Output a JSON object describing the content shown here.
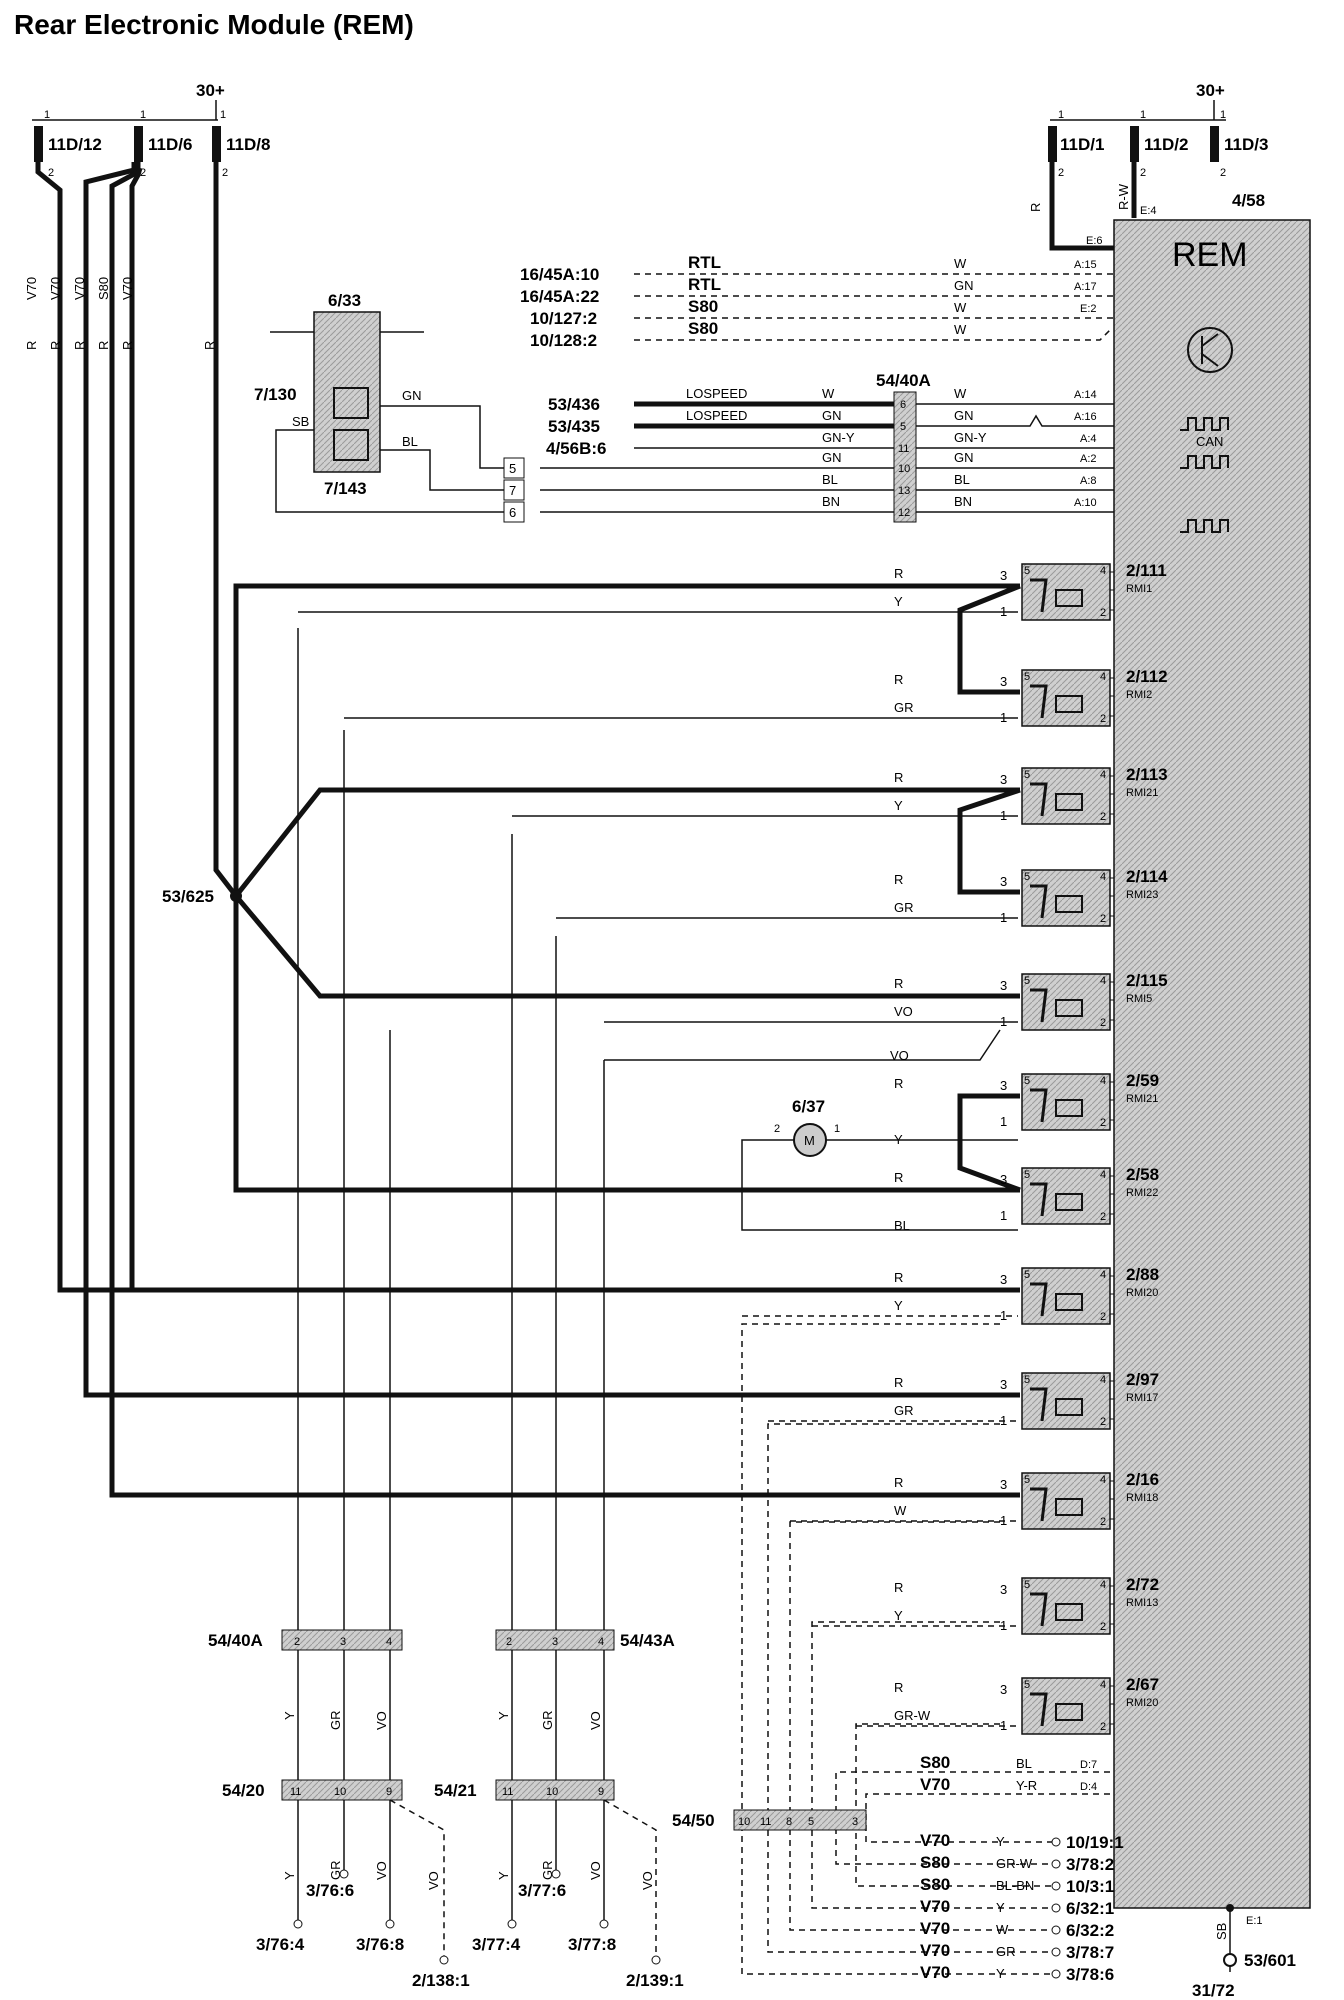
{
  "title": "Rear Electronic Module (REM)",
  "fuse_left": {
    "supply": "30+",
    "fuses": [
      {
        "id": "11D/12",
        "pin_top": "1",
        "pin_bottom": "2"
      },
      {
        "id": "11D/6",
        "pin_top": "1",
        "pin_bottom": "2"
      },
      {
        "id": "11D/8",
        "pin_top": "1",
        "pin_bottom": "2"
      }
    ],
    "vertical_wires": [
      {
        "model": "V70",
        "color": "R"
      },
      {
        "model": "V70",
        "color": "R"
      },
      {
        "model": "V70",
        "color": "R"
      },
      {
        "model": "S80",
        "color": "R"
      },
      {
        "model": "V70",
        "color": "R"
      },
      {
        "model": "",
        "color": "R"
      }
    ]
  },
  "fuse_right": {
    "supply": "30+",
    "fuses": [
      {
        "id": "11D/1",
        "pin_top": "1",
        "pin_bottom": "2"
      },
      {
        "id": "11D/2",
        "pin_top": "1",
        "pin_bottom": "2"
      },
      {
        "id": "11D/3",
        "pin_top": "1",
        "pin_bottom": "2"
      }
    ],
    "wire_colors": [
      "R",
      "R-W"
    ],
    "pins": [
      "E:4",
      "E:6"
    ]
  },
  "module": {
    "id": "4/58",
    "name": "REM",
    "can_label": "CAN",
    "ground_pin": "E:1"
  },
  "top_inputs": [
    {
      "source": "16/45A:10",
      "model": "RTL",
      "color": "W",
      "pin": "A:15"
    },
    {
      "source": "16/45A:22",
      "model": "RTL",
      "color": "GN",
      "pin": "A:17"
    },
    {
      "source": "10/127:2",
      "model": "S80",
      "color": "W",
      "pin": "E:2"
    },
    {
      "source": "10/128:2",
      "model": "S80",
      "color": "W",
      "pin": ""
    }
  ],
  "connector_5440A_top": {
    "id": "54/40A",
    "rows": [
      {
        "source": "53/436",
        "label": "LOSPEED",
        "left_color": "W",
        "pin": "6",
        "right_color": "W",
        "rem_pin": "A:14"
      },
      {
        "source": "53/435",
        "label": "LOSPEED",
        "left_color": "GN",
        "pin": "5",
        "right_color": "GN",
        "rem_pin": "A:16"
      },
      {
        "source": "4/56B:6",
        "label": "",
        "left_color": "GN-Y",
        "pin": "11",
        "right_color": "GN-Y",
        "rem_pin": "A:4"
      },
      {
        "source": "",
        "label": "",
        "left_color": "GN",
        "pin": "10",
        "right_color": "GN",
        "rem_pin": "A:2"
      },
      {
        "source": "",
        "label": "",
        "left_color": "BL",
        "pin": "13",
        "right_color": "BL",
        "rem_pin": "A:8"
      },
      {
        "source": "",
        "label": "",
        "left_color": "BN",
        "pin": "12",
        "right_color": "BN",
        "rem_pin": "A:10"
      }
    ]
  },
  "motor_633": {
    "id": "6/33",
    "symbol": "M"
  },
  "switch_block": {
    "top_id": "7/130",
    "bottom_id": "7/143",
    "wire_sb": "SB",
    "wire_gn": "GN",
    "wire_bl": "BL",
    "terminals": [
      "5",
      "7",
      "6"
    ]
  },
  "splice_53625": "53/625",
  "relays": [
    {
      "id": "2/111",
      "sub": "RMI1",
      "feed_color": "R",
      "ctrl_color": "Y"
    },
    {
      "id": "2/112",
      "sub": "RMI2",
      "feed_color": "R",
      "ctrl_color": "GR"
    },
    {
      "id": "2/113",
      "sub": "RMI21",
      "feed_color": "R",
      "ctrl_color": "Y"
    },
    {
      "id": "2/114",
      "sub": "RMI23",
      "feed_color": "R",
      "ctrl_color": "GR"
    },
    {
      "id": "2/115",
      "sub": "RMI5",
      "feed_color": "R",
      "ctrl_color": "VO"
    },
    {
      "id": "2/59",
      "sub": "RMI21",
      "feed_color": "R",
      "ctrl_color": "Y"
    },
    {
      "id": "2/58",
      "sub": "RMI22",
      "feed_color": "R",
      "ctrl_color": "BL"
    },
    {
      "id": "2/88",
      "sub": "RMI20",
      "feed_color": "R",
      "ctrl_color": "Y"
    },
    {
      "id": "2/97",
      "sub": "RMI17",
      "feed_color": "R",
      "ctrl_color": "GR"
    },
    {
      "id": "2/16",
      "sub": "RMI18",
      "feed_color": "R",
      "ctrl_color": "W"
    },
    {
      "id": "2/72",
      "sub": "RMI13",
      "feed_color": "R",
      "ctrl_color": "Y"
    },
    {
      "id": "2/67",
      "sub": "RMI20",
      "feed_color": "R",
      "ctrl_color": "GR-W"
    }
  ],
  "relay_pins": {
    "feed": "3",
    "ctrl": "1",
    "p4": "4",
    "p2": "2",
    "p5": "5"
  },
  "extra_vo": "VO",
  "motor_637": {
    "id": "6/37",
    "symbol": "M",
    "pin_left": "2",
    "pin_right": "1"
  },
  "bottom_connectors": {
    "c5440A": {
      "id": "54/40A",
      "pins": [
        "2",
        "3",
        "4"
      ]
    },
    "c5443A": {
      "id": "54/43A",
      "pins": [
        "2",
        "3",
        "4"
      ]
    },
    "c5420": {
      "id": "54/20",
      "pins": [
        "11",
        "10",
        "9"
      ]
    },
    "c5421": {
      "id": "54/21",
      "pins": [
        "11",
        "10",
        "9"
      ]
    },
    "c5450": {
      "id": "54/50",
      "pins": [
        "10",
        "11",
        "8",
        "5",
        "3"
      ]
    }
  },
  "bottom_wire_colors": [
    "Y",
    "GR",
    "VO",
    "Y",
    "GR",
    "VO"
  ],
  "bottom_wire_colors2": [
    "Y",
    "GR",
    "VO",
    "VO",
    "Y",
    "GR",
    "VO",
    "VO"
  ],
  "bottom_terminals": [
    "3/76:4",
    "3/76:6",
    "3/76:8",
    "2/138:1",
    "3/77:4",
    "3/77:6",
    "3/77:8",
    "2/139:1"
  ],
  "rem_lower_pins": [
    {
      "model": "S80",
      "color": "BL",
      "pin": "D:7"
    },
    {
      "model": "V70",
      "color": "Y-R",
      "pin": "D:4"
    }
  ],
  "right_bottom_list": [
    {
      "model": "V70",
      "color": "Y",
      "target": "10/19:1"
    },
    {
      "model": "S80",
      "color": "GR-W",
      "target": "3/78:2"
    },
    {
      "model": "S80",
      "color": "BL-BN",
      "target": "10/3:1"
    },
    {
      "model": "V70",
      "color": "Y",
      "target": "6/32:1"
    },
    {
      "model": "V70",
      "color": "W",
      "target": "6/32:2"
    },
    {
      "model": "V70",
      "color": "GR",
      "target": "3/78:7"
    },
    {
      "model": "V70",
      "color": "Y",
      "target": "3/78:6"
    }
  ],
  "ground": {
    "wire": "SB",
    "splice": "53/601",
    "point": "31/72"
  }
}
